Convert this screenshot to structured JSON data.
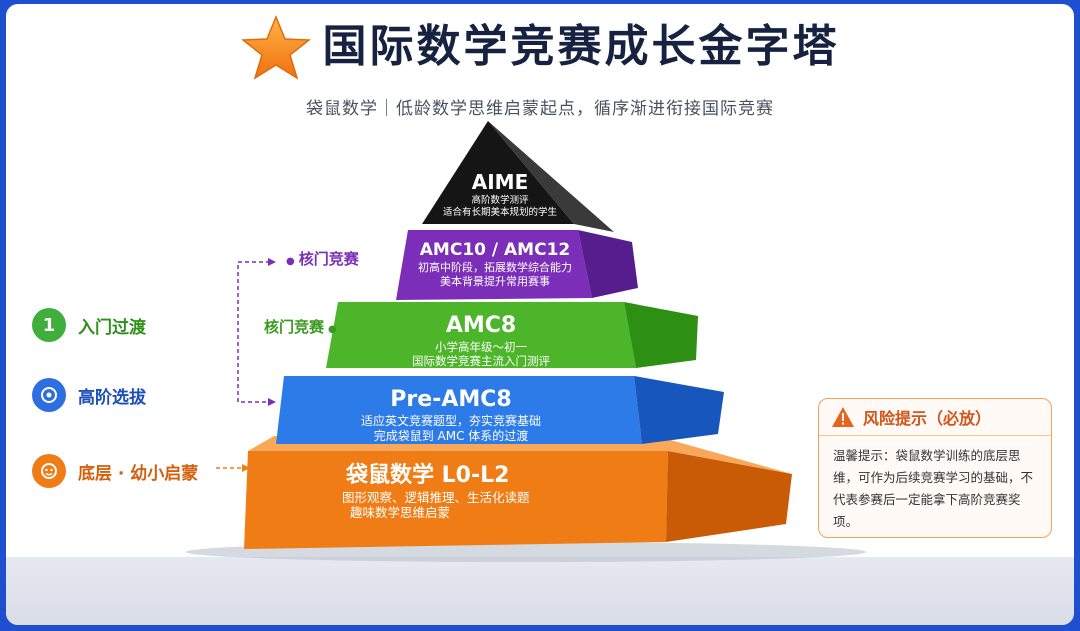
{
  "header": {
    "title": "国际数学竞赛成长金字塔",
    "subtitle": "袋鼠数学｜低龄数学思维启蒙起点，循序渐进衔接国际竞赛"
  },
  "tiers": [
    {
      "name": "AIME",
      "desc1": "高阶数学测评",
      "desc2": "适合有长期美本规划的学生",
      "color": "#111111"
    },
    {
      "name": "AMC10 / AMC12",
      "desc1": "初高中阶段，拓展数学综合能力",
      "desc2": "美本背景提升常用赛事",
      "color": "#7b2fb8"
    },
    {
      "name": "AMC8",
      "desc1": "小学高年级～初一",
      "desc2": "国际数学竞赛主流入门测评",
      "color": "#4cb52a"
    },
    {
      "name": "Pre-AMC8",
      "desc1": "适应英文竞赛题型，夯实竞赛基础",
      "desc2": "完成袋鼠到 AMC 体系的过渡",
      "color": "#2d7be8"
    },
    {
      "name": "袋鼠数学 L0-L2",
      "desc1": "图形观察、逻辑推理、生活化读题",
      "desc2": "趣味数学思维启蒙",
      "color": "#f07c16"
    }
  ],
  "side_labels": {
    "core_top": "核门竞赛",
    "core_mid": "核门竞赛",
    "core_color_top": "#7b2fb8",
    "core_color_mid": "#3c9a1f"
  },
  "legend": [
    {
      "icon": "1",
      "label": "入门过渡",
      "color": "#3fae3a",
      "icon_name": "number-one-icon"
    },
    {
      "icon": "",
      "label": "高阶选拔",
      "color": "#2d6fe0",
      "icon_name": "target-icon"
    },
    {
      "icon": "",
      "label": "底层 · 幼小启蒙",
      "color": "#f07c16",
      "icon_name": "child-icon"
    }
  ],
  "risk": {
    "title": "风险提示（必放）",
    "body": "温馨提示：袋鼠数学训练的底层思维，可作为后续竞赛学习的基础，不代表参赛后一定能拿下高阶竞赛奖项。",
    "accent": "#e8641e"
  }
}
